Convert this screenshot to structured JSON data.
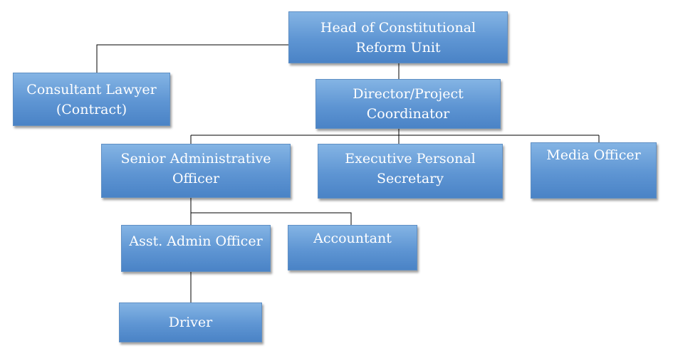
{
  "org_chart": {
    "head": "Head of Constitutional Reform Unit",
    "consultant_lawyer": "Consultant Lawyer (Contract)",
    "director": "Director/Project Coordinator",
    "senior_admin": "Senior Administrative Officer",
    "exec_secretary": "Executive Personal Secretary",
    "media_officer": "Media Officer",
    "asst_admin": "Asst. Admin Officer",
    "accountant": "Accountant",
    "driver": "Driver"
  },
  "colors": {
    "box_fill": "#5e95d3",
    "box_fill_light": "#84b4e4",
    "box_text": "#ffffff",
    "connector": "#000000"
  }
}
